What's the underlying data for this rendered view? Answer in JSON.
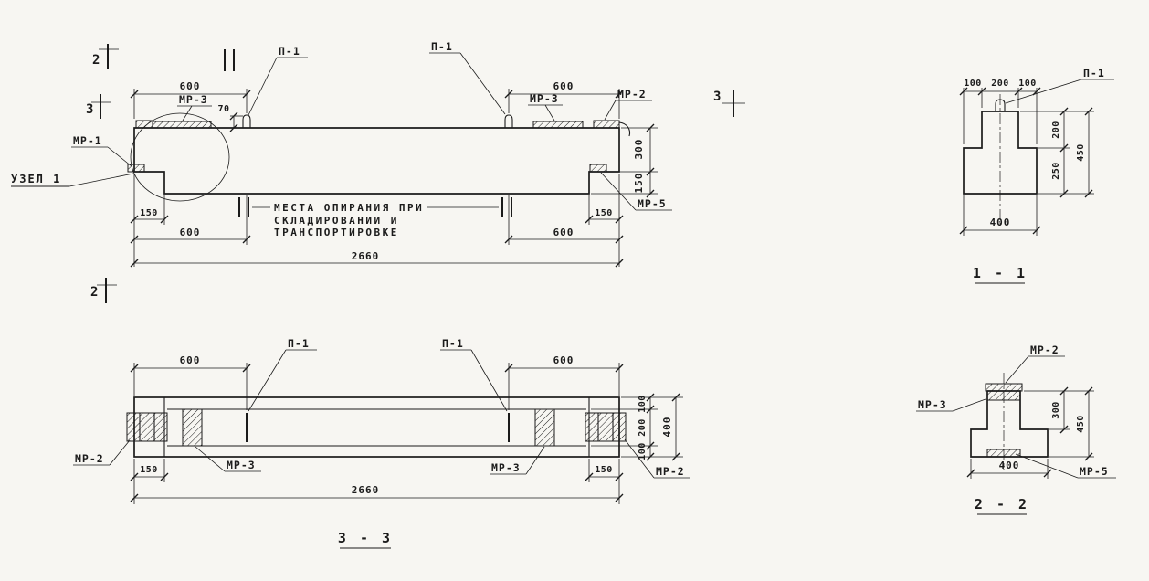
{
  "sheet": {
    "bg": "#f7f6f2",
    "ink": "#1b1b1b"
  },
  "callouts": {
    "p1": "П-1",
    "mr1": "МР-1",
    "mr2": "МР-2",
    "mr3": "МР-3",
    "mr5": "МР-5",
    "node": "УЗЕЛ 1"
  },
  "markers": {
    "m2": "2",
    "m3": "3"
  },
  "note": {
    "line1": "МЕСТА ОПИРАНИЯ ПРИ",
    "line2": "СКЛАДИРОВАНИИ И",
    "line3": "ТРАНСПОРТИРОВКЕ"
  },
  "dims": {
    "d70": "70",
    "d100": "100",
    "d150": "150",
    "d200": "200",
    "d250": "250",
    "d300": "300",
    "d400": "400",
    "d450": "450",
    "d600": "600",
    "d2660": "2660"
  },
  "titles": {
    "sec11": "1 - 1",
    "sec22": "2 - 2",
    "sec33": "3 - 3"
  }
}
